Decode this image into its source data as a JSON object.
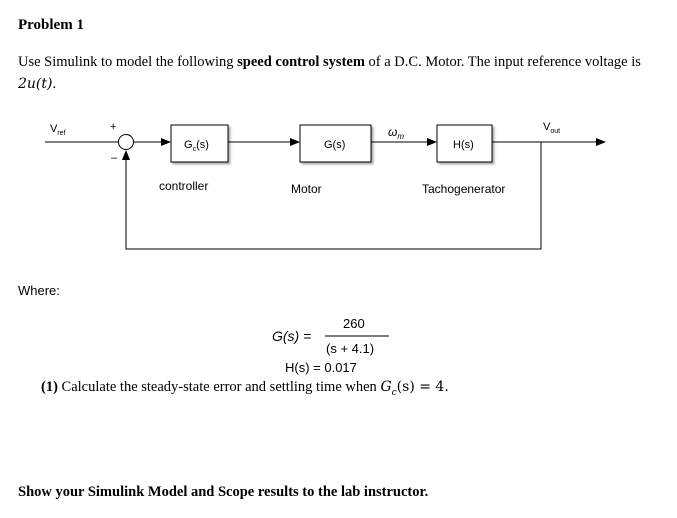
{
  "problem_title": "Problem 1",
  "intro": {
    "part1": "Use Simulink to model the following ",
    "bold": "speed control system",
    "part2": " of a D.C. Motor. The input reference voltage is ",
    "input_expr": "2u(t)",
    "end": "."
  },
  "diagram": {
    "vref_main": "V",
    "vref_sub": "ref",
    "vout_main": "V",
    "vout_sub": "out",
    "plus_sign": "+",
    "minus_sign": "–",
    "gc_block": {
      "main": "G",
      "sub": "c",
      "rest": "(s)"
    },
    "g_block": "G(s)",
    "h_block": "H(s)",
    "omega_main": "ω",
    "omega_sub": "m",
    "controller_label": "controller",
    "motor_label": "Motor",
    "tacho_label": "Tachogenerator"
  },
  "where_label": "Where:",
  "equations": {
    "g_lhs": "G(s) =",
    "g_num": "260",
    "g_den": "(s + 4.1)",
    "h_eq": "H(s) = 0.017"
  },
  "question": {
    "number": "(1)",
    "text_before": " Calculate the steady-state error and settling time when ",
    "gc_main": "G",
    "gc_sub": "c",
    "text_after": "(s) = 4."
  },
  "footer_text": "Show your Simulink Model and Scope results to the lab instructor."
}
